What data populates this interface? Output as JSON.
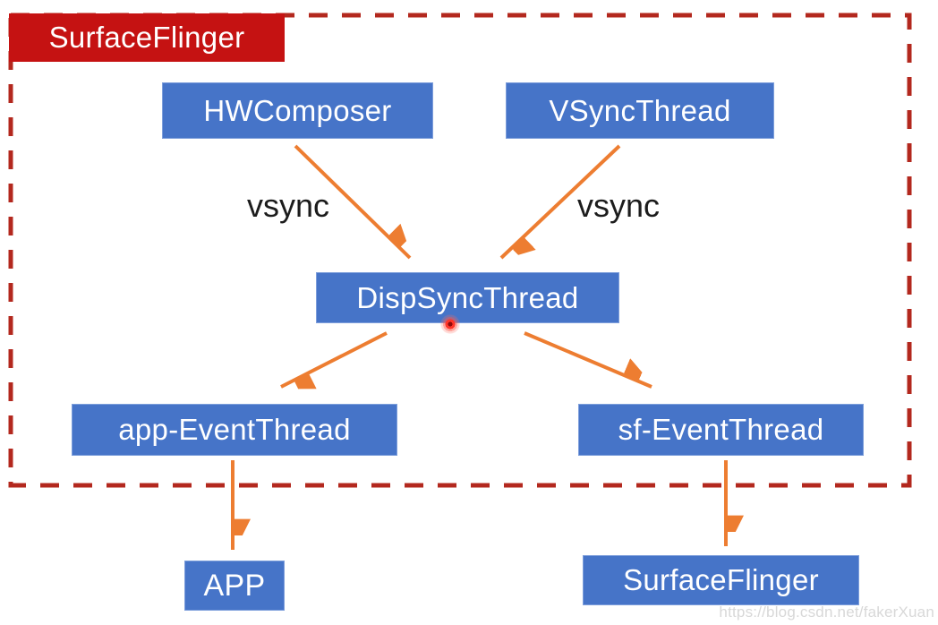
{
  "diagram": {
    "title_box": {
      "label": "SurfaceFlinger"
    },
    "nodes": {
      "hwcomposer": {
        "label": "HWComposer"
      },
      "vsync_thread": {
        "label": "VSyncThread"
      },
      "disp_sync_thread": {
        "label": "DispSyncThread"
      },
      "app_event_thread": {
        "label": "app-EventThread"
      },
      "sf_event_thread": {
        "label": "sf-EventThread"
      },
      "app": {
        "label": "APP"
      },
      "surface_flinger_out": {
        "label": "SurfaceFlinger"
      }
    },
    "edge_labels": {
      "hw_to_disp": "vsync",
      "vst_to_disp": "vsync"
    },
    "edges": [
      {
        "from": "HWComposer",
        "to": "DispSyncThread",
        "label": "vsync"
      },
      {
        "from": "VSyncThread",
        "to": "DispSyncThread",
        "label": "vsync"
      },
      {
        "from": "DispSyncThread",
        "to": "app-EventThread",
        "label": ""
      },
      {
        "from": "DispSyncThread",
        "to": "sf-EventThread",
        "label": ""
      },
      {
        "from": "app-EventThread",
        "to": "APP",
        "label": ""
      },
      {
        "from": "sf-EventThread",
        "to": "SurfaceFlinger",
        "label": ""
      }
    ],
    "colors": {
      "node_fill": "#4674C8",
      "title_fill": "#C51212",
      "dashed_border": "#B3281E",
      "arrow": "#ED7D31",
      "node_text": "#FFFFFF",
      "edge_label_text": "#1C1C1C",
      "laser_dot": "#FF352A"
    }
  },
  "watermark": {
    "text": "https://blog.csdn.net/fakerXuan"
  }
}
